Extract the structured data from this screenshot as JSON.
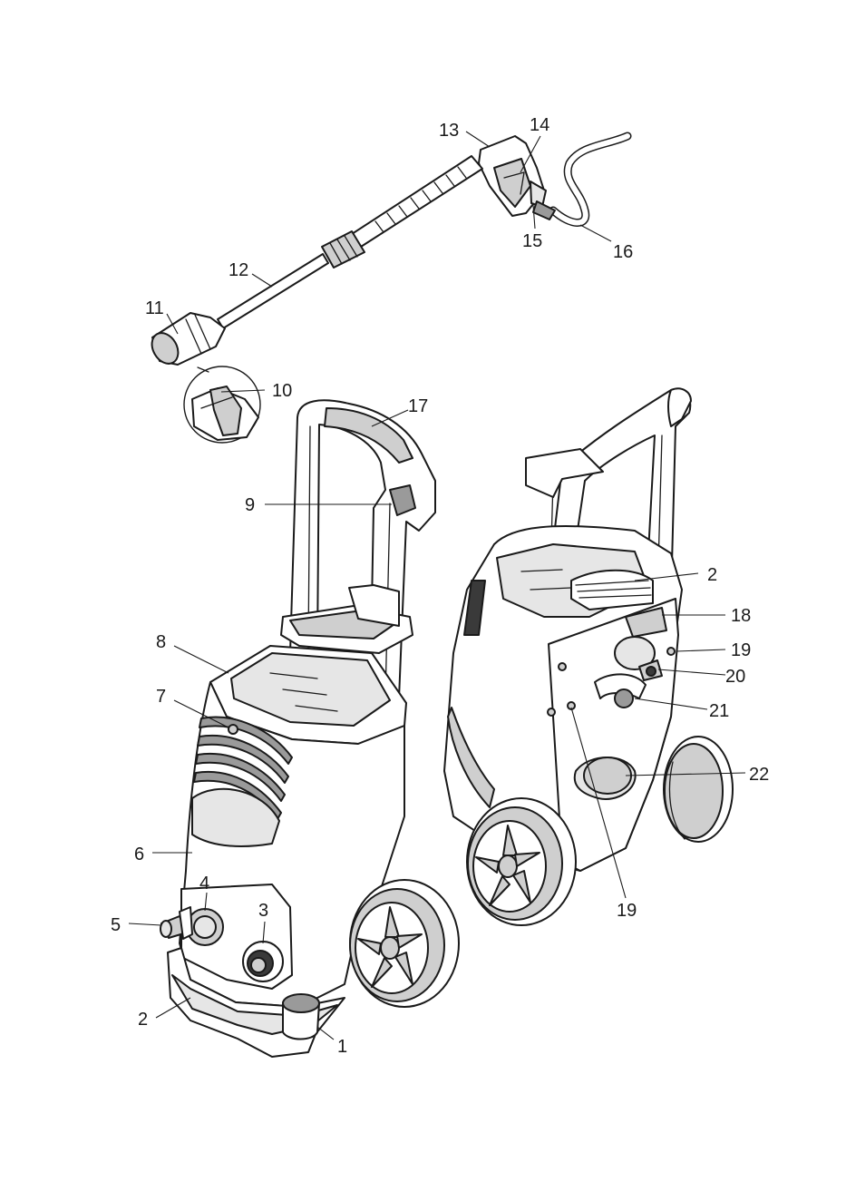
{
  "callouts": [
    {
      "id": "c1",
      "label": "1"
    },
    {
      "id": "c2a",
      "label": "2"
    },
    {
      "id": "c2b",
      "label": "2"
    },
    {
      "id": "c3",
      "label": "3"
    },
    {
      "id": "c4",
      "label": "4"
    },
    {
      "id": "c5",
      "label": "5"
    },
    {
      "id": "c6",
      "label": "6"
    },
    {
      "id": "c7",
      "label": "7"
    },
    {
      "id": "c8",
      "label": "8"
    },
    {
      "id": "c9",
      "label": "9"
    },
    {
      "id": "c10",
      "label": "10"
    },
    {
      "id": "c11",
      "label": "11"
    },
    {
      "id": "c12",
      "label": "12"
    },
    {
      "id": "c13",
      "label": "13"
    },
    {
      "id": "c14",
      "label": "14"
    },
    {
      "id": "c15",
      "label": "15"
    },
    {
      "id": "c16",
      "label": "16"
    },
    {
      "id": "c17",
      "label": "17"
    },
    {
      "id": "c18",
      "label": "18"
    },
    {
      "id": "c19a",
      "label": "19"
    },
    {
      "id": "c19b",
      "label": "19"
    },
    {
      "id": "c20",
      "label": "20"
    },
    {
      "id": "c21",
      "label": "21"
    },
    {
      "id": "c22",
      "label": "22"
    }
  ]
}
